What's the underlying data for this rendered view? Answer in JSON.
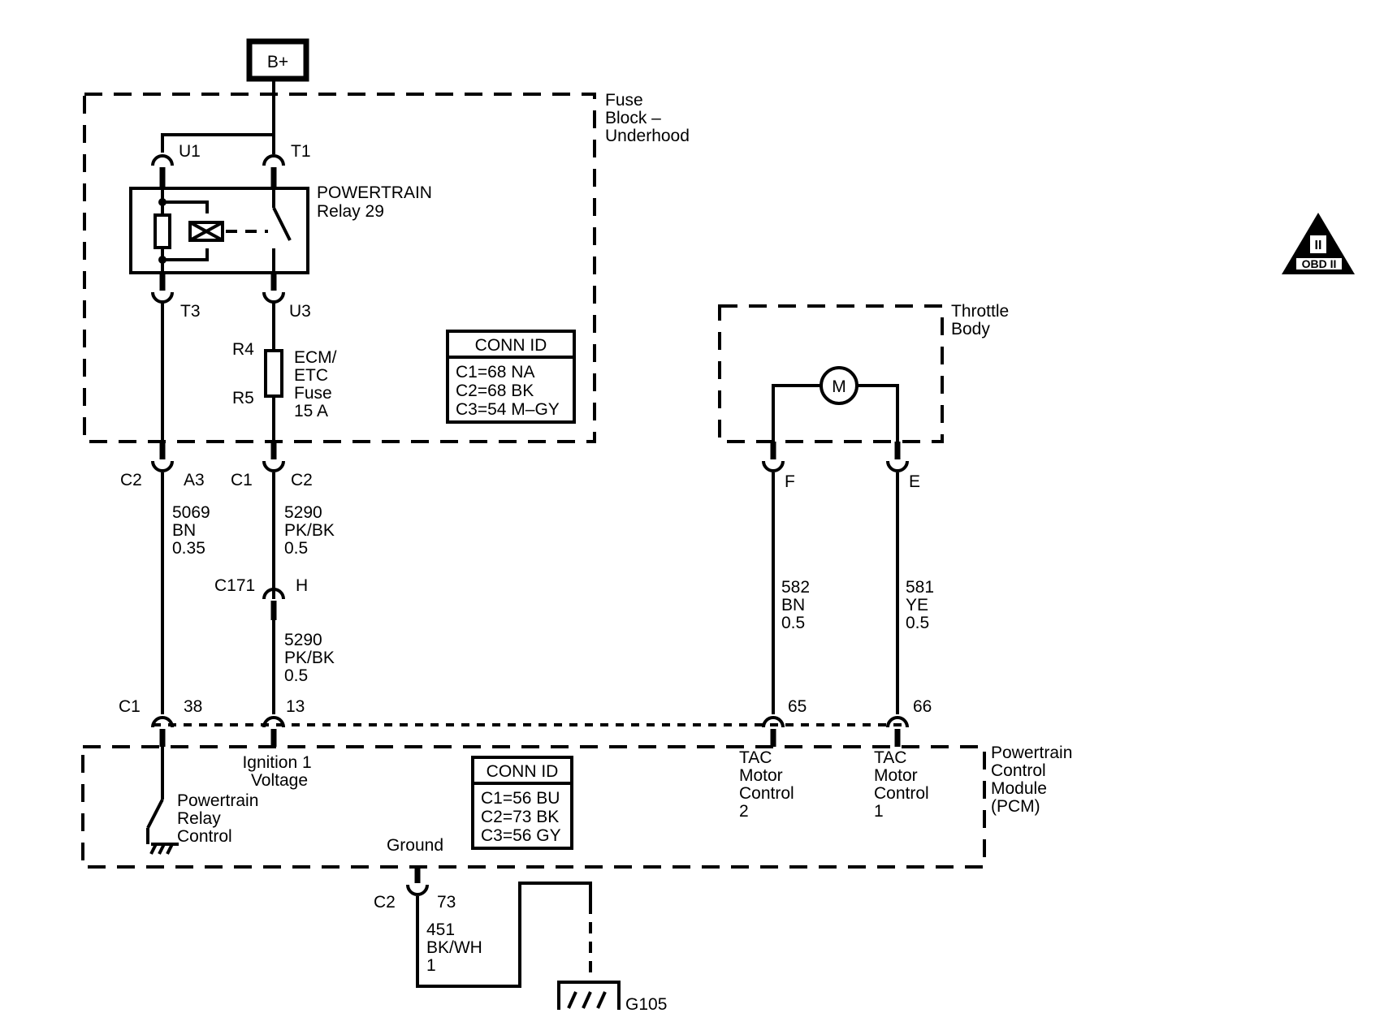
{
  "battery": {
    "label": "B+"
  },
  "fuse_block": {
    "name_lines": [
      "Fuse",
      "Block –",
      "Underhood"
    ]
  },
  "relay": {
    "name_lines": [
      "POWERTRAIN",
      "Relay 29"
    ],
    "terminals": {
      "u1": "U1",
      "t1": "T1",
      "t3": "T3",
      "u3": "U3"
    }
  },
  "fuse": {
    "terminals": {
      "top": "R4",
      "bottom": "R5"
    },
    "name_lines": [
      "ECM/",
      "ETC",
      "Fuse",
      "15 A"
    ]
  },
  "conn_id_fuse_block": {
    "title": "CONN ID",
    "lines": [
      "C1=68 NA",
      "C2=68 BK",
      "C3=54 M–GY"
    ]
  },
  "fuse_block_connectors": {
    "left_connector": "C2",
    "left_pin": "A3",
    "right_connector": "C1",
    "right_pin": "C2"
  },
  "wire_5069": {
    "lines": [
      "5069",
      "BN",
      "0.35"
    ]
  },
  "wire_5290_upper": {
    "lines": [
      "5290",
      "PK/BK",
      "0.5"
    ]
  },
  "inline_connector": {
    "name": "C171",
    "pin": "H"
  },
  "wire_5290_lower": {
    "lines": [
      "5290",
      "PK/BK",
      "0.5"
    ]
  },
  "throttle_body": {
    "name_lines": [
      "Throttle",
      "Body"
    ],
    "motor_label": "M",
    "pin_left": "F",
    "pin_right": "E"
  },
  "wire_582": {
    "lines": [
      "582",
      "BN",
      "0.5"
    ]
  },
  "wire_581": {
    "lines": [
      "581",
      "YE",
      "0.5"
    ]
  },
  "pcm_pins": {
    "connector": "C1",
    "pin_relay": "38",
    "pin_ignition": "13",
    "pin_tac2": "65",
    "pin_tac1": "66"
  },
  "pcm": {
    "name_lines": [
      "Powertrain",
      "Control",
      "Module",
      "(PCM)"
    ],
    "ignition_lines": [
      "Ignition 1",
      "Voltage"
    ],
    "relay_control_lines": [
      "Powertrain",
      "Relay",
      "Control"
    ],
    "tac2_lines": [
      "TAC",
      "Motor",
      "Control",
      "2"
    ],
    "tac1_lines": [
      "TAC",
      "Motor",
      "Control",
      "1"
    ],
    "ground_label": "Ground"
  },
  "conn_id_pcm": {
    "title": "CONN ID",
    "lines": [
      "C1=56 BU",
      "C2=73 BK",
      "C3=56 GY"
    ]
  },
  "ground_connection": {
    "connector": "C2",
    "pin": "73"
  },
  "wire_451": {
    "lines": [
      "451",
      "BK/WH",
      "1"
    ]
  },
  "ground_point": {
    "label": "G105"
  },
  "obd_badge": {
    "numeral": "II",
    "label": "OBD II"
  }
}
